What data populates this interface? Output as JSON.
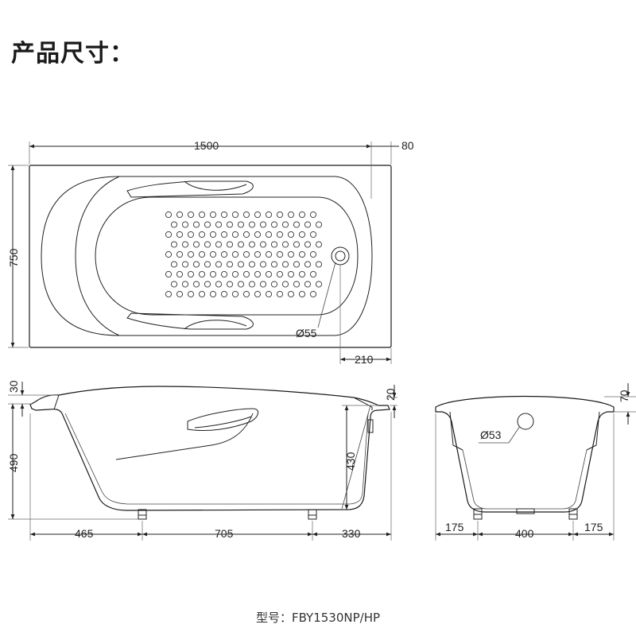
{
  "title": "产品尺寸：",
  "model": "型号：FBY1530NP/HP",
  "top_view": {
    "length": "1500",
    "rim": "80",
    "width": "750",
    "drain_dia": "Ø55",
    "drain_offset": "210"
  },
  "side_view": {
    "rim_top": "30",
    "height": "490",
    "inner_depth": "430",
    "rim_right": "20",
    "leg_left": "465",
    "leg_span": "705",
    "leg_right": "330"
  },
  "end_view": {
    "overflow_dia": "Ø53",
    "rim": "70",
    "leg_left": "175",
    "leg_span": "400",
    "leg_right": "175"
  }
}
